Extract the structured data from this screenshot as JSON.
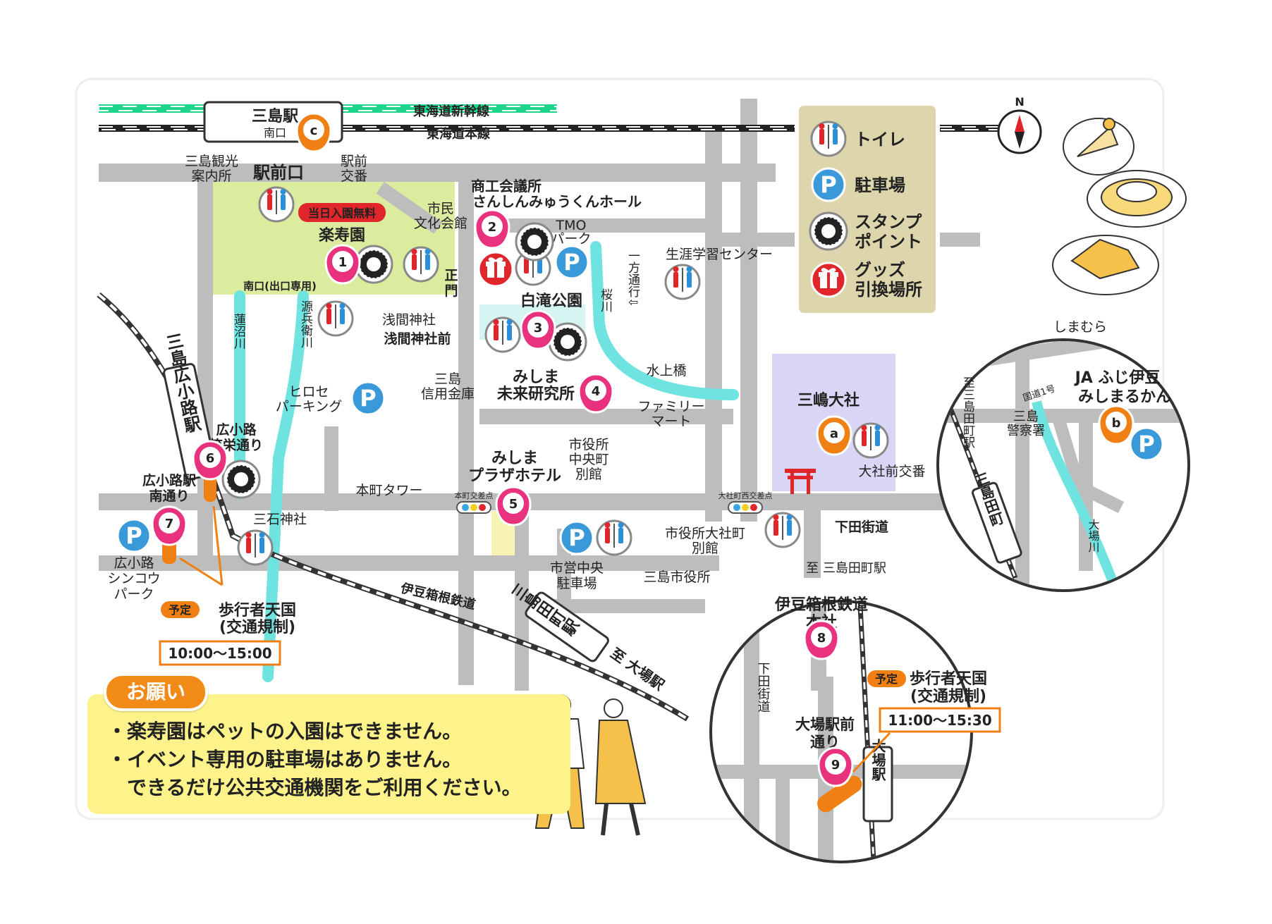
{
  "colors": {
    "road": "#bdbdbd",
    "park": "#dcec9e",
    "shrine_area": "#d9d6f5",
    "river": "#6fe3e0",
    "shinkansen": "#1ed58c",
    "pin_pink": "#e8327e",
    "pin_orange": "#f08014",
    "legend_bg": "#ddd6ad",
    "notice_bg": "#fdf38a",
    "accent_orange": "#f08014"
  },
  "icons": [
    "toilet-icon",
    "parking-icon",
    "stamp-point-icon",
    "gift-icon",
    "compass-icon",
    "torii-icon",
    "traffic-light-icon",
    "food-illustration",
    "people-illustration"
  ],
  "legend": {
    "toilet": "トイレ",
    "parking": "駐車場",
    "stamp_1": "スタンプ",
    "stamp_2": "ポイント",
    "gift_1": "グッズ",
    "gift_2": "引換場所"
  },
  "compass": "N",
  "railways": {
    "shinkansen": "東海道新幹線",
    "honsen": "東海道本線",
    "izuhakone": "伊豆箱根鉄道"
  },
  "stations": {
    "mishima": "三島駅",
    "mishima_south": "南口",
    "hirokoji": "三島広小路駅",
    "tamachi": "三島田町駅",
    "daiba_direction": "至 大場駅"
  },
  "labels": {
    "kanko_1": "三島観光",
    "kanko_2": "案内所",
    "ekimae_koban_1": "駅前",
    "ekimae_koban_2": "交番",
    "ekimaeguchi": "駅前口",
    "shimin_1": "市民",
    "shimin_2": "文化会館",
    "shokokaigi_1": "商工会議所",
    "shokokaigi_2": "さんしんみゅうくんホール",
    "tmo_1": "TMO",
    "tmo_2": "パーク",
    "free_entry": "当日入園無料",
    "rakujuen": "楽寿園",
    "south_gate": "南口(出口専用)",
    "main_gate_1": "正",
    "main_gate_2": "門",
    "shogai": "生涯学習センター",
    "sakuragawa": "桜川",
    "oneway": "一方通行⇩",
    "hakutaki": "白滝公園",
    "sengen": "浅間神社",
    "sengen_mae": "浅間神社前",
    "mizukami": "水上橋",
    "rengaku": "蓮沼川",
    "genbei": "源兵衛川",
    "hirose_1": "ヒロセ",
    "hirose_2": "パーキング",
    "shinkin_1": "三島",
    "shinkin_2": "信用金庫",
    "mirai_1": "みしま",
    "mirai_2": "未来研究所",
    "family_1": "ファミリー",
    "family_2": "マート",
    "taisha": "三嶋大社",
    "shakoukou_1": "広小路",
    "shakoukou_2": "笑栄通り",
    "shiyakusho_annex_1": "市役所",
    "shiyakusho_annex_2": "中央町",
    "shiyakusho_annex_3": "別館",
    "plaza_1": "みしま",
    "plaza_2": "プラザホテル",
    "taisha_koban": "大社前交番",
    "hirokoji_south_1": "広小路駅",
    "hirokoji_south_2": "南通り",
    "honmachi_tower": "本町タワー",
    "honmachi_signal": "本町交差点",
    "taishamachi_signal": "大社町西交差点",
    "mitsuishi": "三石神社",
    "shimoda": "下田街道",
    "taishamachi_annex_1": "市役所大社町",
    "taishamachi_annex_2": "別館",
    "city_hall": "三島市役所",
    "shiei_1": "市営中央",
    "shiei_2": "駐車場",
    "shinkou_1": "広小路",
    "shinkou_2": "シンコウ",
    "shinkou_3": "パーク"
  },
  "event": {
    "yotei": "予定",
    "pedestrian_1": "歩行者天国",
    "pedestrian_2": "(交通規制)",
    "time_main": "10:00～15:00",
    "time_daiba": "11:00～15:30"
  },
  "pins": {
    "p1": "1",
    "p2": "2",
    "p3": "3",
    "p4": "4",
    "p5": "5",
    "p6": "6",
    "p7": "7",
    "p8": "8",
    "p9": "9",
    "a": "a",
    "b": "b",
    "c": "c"
  },
  "inset_north": {
    "shimamura": "しまむら",
    "kokudo": "国道1号",
    "police_1": "三島",
    "police_2": "警察署",
    "ja_1": "JA ふじ伊豆",
    "ja_2": "みしまるかん",
    "to_tamachi": "至三島田町駅",
    "tamachi": "三島田町",
    "ootaba": "大場川"
  },
  "inset_south": {
    "to_tamachi": "至 三島田町駅",
    "hq_1": "伊豆箱根鉄道",
    "hq_2": "本社",
    "shimoda": "下田街道",
    "street_1": "大場駅前",
    "street_2": "通り",
    "daiba": "大場駅"
  },
  "notice": {
    "title": "お願い",
    "item1": "・楽寿園はペットの入園はできません。",
    "item2": "・イベント専用の駐車場はありません。",
    "item3": "　できるだけ公共交通機関をご利用ください。"
  }
}
